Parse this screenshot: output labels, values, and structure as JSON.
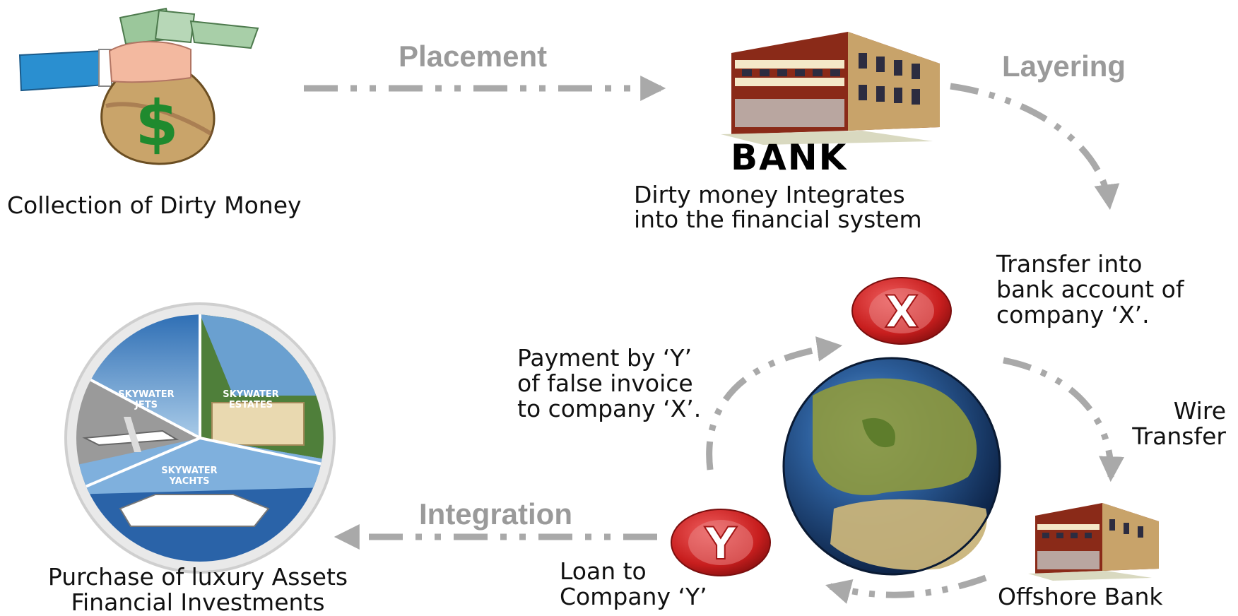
{
  "stages": {
    "placement": "Placement",
    "layering": "Layering",
    "integration": "Integration"
  },
  "nodes": {
    "collection": "Collection of Dirty Money",
    "bank_word": "BANK",
    "bank_caption_1": "Dirty money Integrates",
    "bank_caption_2": "into the financial system",
    "transfer_1": "Transfer into",
    "transfer_2": "bank account of",
    "transfer_3": "company ‘X’.",
    "wire_1": "Wire",
    "wire_2": "Transfer",
    "offshore": "Offshore Bank",
    "payment_1": "Payment by ‘Y’",
    "payment_2": "of false invoice",
    "payment_3": "to company ‘X’.",
    "loan_1": "Loan to",
    "loan_2": "Company ‘Y’",
    "purchase_1": "Purchase of luxury Assets",
    "purchase_2": "Financial Investments",
    "company_x": "X",
    "company_y": "Y",
    "dollar": "$"
  },
  "assets_wheel": {
    "jets_1": "SKYWATER",
    "jets_2": "JETS",
    "estates_1": "SKYWATER",
    "estates_2": "ESTATES",
    "yachts_1": "SKYWATER",
    "yachts_2": "YACHTS"
  },
  "colors": {
    "arrow": "#a9a9a9",
    "stage_text": "#9a9a9a",
    "badge_red": "#d42a2a",
    "money_bag": "#c9a46a",
    "dollar_green": "#1f8a2e",
    "sleeve_blue": "#2a8fd0",
    "brick": "#8a2a18"
  }
}
